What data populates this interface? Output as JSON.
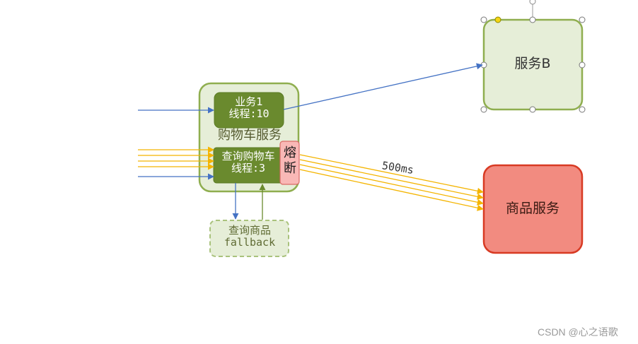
{
  "nodes": {
    "service_b": {
      "label": "服务B"
    },
    "product_service": {
      "label": "商品服务"
    },
    "cart_service": {
      "title": "购物车服务",
      "business1": {
        "name": "业务1",
        "threads": "线程:10"
      },
      "query_cart": {
        "name": "查询购物车",
        "threads": "线程:3"
      },
      "circuit_breaker": {
        "line1": "熔",
        "line2": "断"
      }
    },
    "fallback": {
      "name": "查询商品",
      "code": "fallback"
    }
  },
  "edges": {
    "timeout_label": "500ms"
  },
  "watermark": "CSDN @心之语歌",
  "colors": {
    "green_dark": "#6a8a2e",
    "green_border": "#8fae4f",
    "green_fill": "#e6eed8",
    "red_fill": "#f28b80",
    "red_border": "#d83a23",
    "breaker_fill": "#f9b8b6",
    "blue_arrow": "#4472c4",
    "yellow_arrow": "#f4b400"
  }
}
